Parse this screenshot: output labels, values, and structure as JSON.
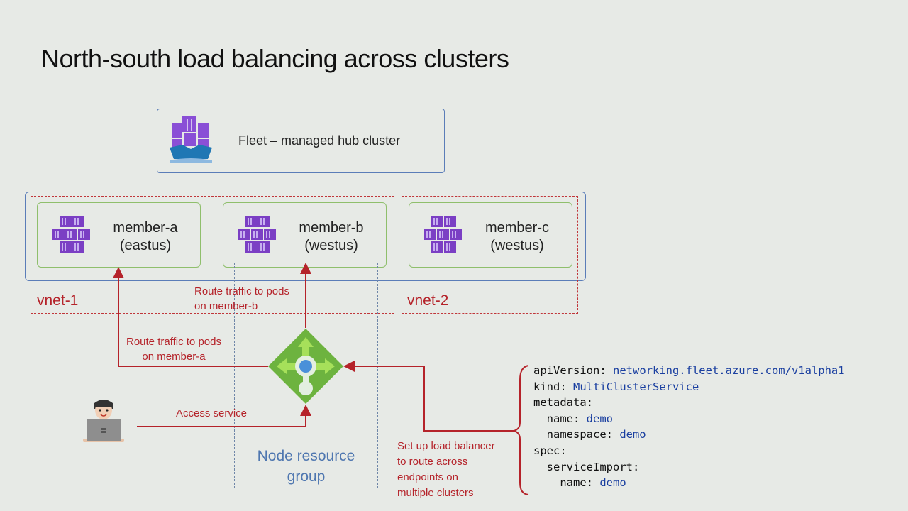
{
  "title": "North-south load balancing across clusters",
  "hub": {
    "label": "Fleet – managed hub cluster",
    "icon": "fleet-hub-icon"
  },
  "vnets": [
    {
      "label": "vnet-1"
    },
    {
      "label": "vnet-2"
    }
  ],
  "members": [
    {
      "name": "member-a",
      "region": "(eastus)",
      "icon": "kubernetes-cluster-icon"
    },
    {
      "name": "member-b",
      "region": "(westus)",
      "icon": "kubernetes-cluster-icon"
    },
    {
      "name": "member-c",
      "region": "(westus)",
      "icon": "kubernetes-cluster-icon"
    }
  ],
  "node_resource_group": {
    "line1": "Node resource",
    "line2": "group"
  },
  "annotations": {
    "route_b": [
      "Route traffic to pods",
      "on member-b"
    ],
    "route_a": [
      "Route traffic to pods",
      "on member-a"
    ],
    "access": "Access service",
    "setup": [
      "Set up load balancer",
      "to route across",
      "endpoints on",
      "multiple clusters"
    ]
  },
  "yaml": [
    {
      "indent": "",
      "key": "apiVersion:",
      "value": " networking.fleet.azure.com/v1alpha1"
    },
    {
      "indent": "",
      "key": "kind:",
      "value": " MultiClusterService"
    },
    {
      "indent": "",
      "key": "metadata:",
      "value": ""
    },
    {
      "indent": "  ",
      "key": "name:",
      "value": " demo"
    },
    {
      "indent": "  ",
      "key": "namespace:",
      "value": " demo"
    },
    {
      "indent": "",
      "key": "spec:",
      "value": ""
    },
    {
      "indent": "  ",
      "key": "serviceImport:",
      "value": ""
    },
    {
      "indent": "    ",
      "key": "name:",
      "value": " demo"
    }
  ],
  "colors": {
    "accent_red": "#b5232a",
    "box_blue": "#5b7db8",
    "member_green": "#8fbf6c",
    "lb_green": "#6db33f",
    "k8s_purple": "#7b3fc4"
  }
}
